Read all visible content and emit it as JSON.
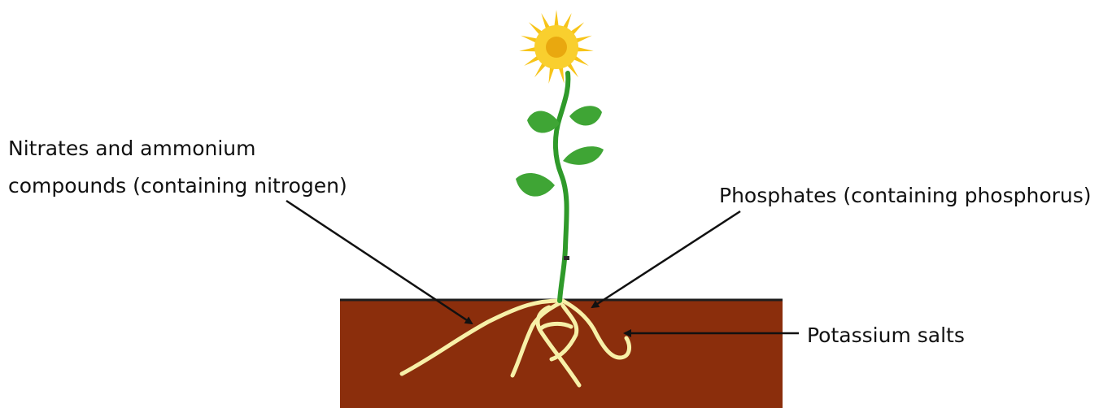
{
  "labels": {
    "nitrates_line1": "Nitrates and ammonium",
    "nitrates_line2": "compounds (containing nitrogen)",
    "phosphates": "Phosphates (containing phosphorus)",
    "potassium": "Potassium salts"
  },
  "colors": {
    "soil": "#8b2e0c",
    "soil_surface": "#1e1e1e",
    "roots": "#f7f0a8",
    "stem": "#2f9a2a",
    "leaf": "#3fa535",
    "petal": "#f7c418",
    "flower_center": "#e9a80f",
    "arrow": "#111111"
  }
}
